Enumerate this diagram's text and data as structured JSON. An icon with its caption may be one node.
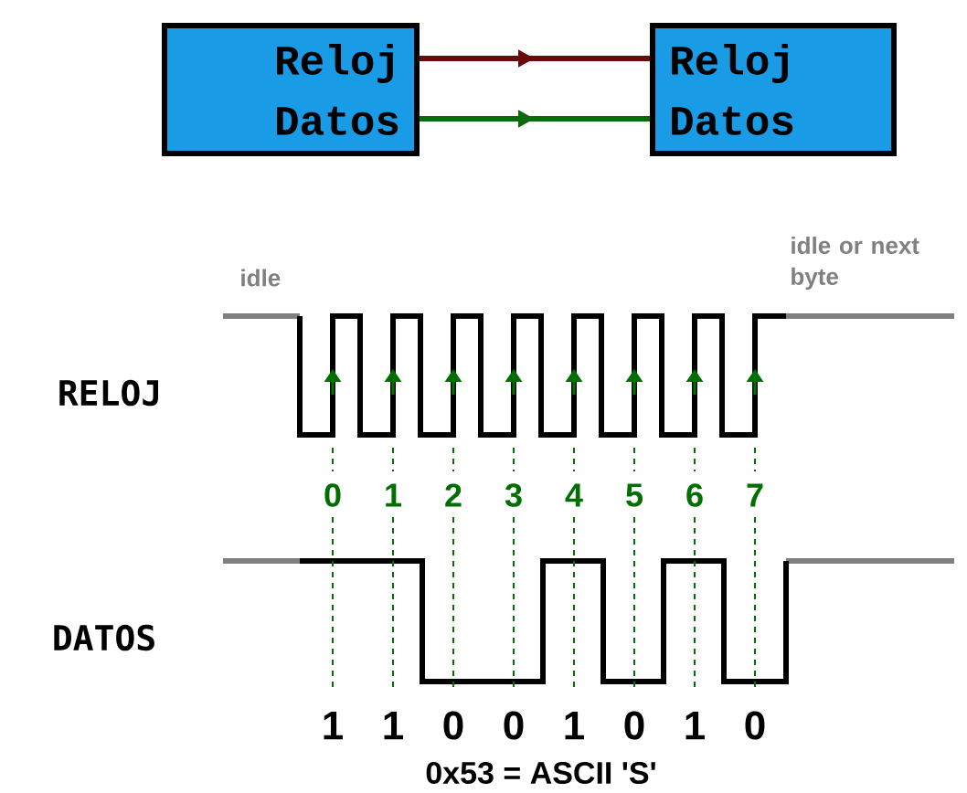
{
  "diagram": {
    "nodes": [
      {
        "text": [
          "Reloj",
          "Datos"
        ]
      },
      {
        "text": [
          "Reloj",
          "Datos"
        ]
      }
    ],
    "edges": [
      {
        "from": 0,
        "to": 1,
        "arrow": "to",
        "color": "#6b0a0a"
      },
      {
        "from": 0,
        "to": 1,
        "arrow": "to",
        "color": "#0a6b0a"
      }
    ],
    "labels": [
      "idle",
      "idle or next byte",
      "RELOJ",
      "0",
      "1",
      "2",
      "3",
      "4",
      "5",
      "6",
      "7",
      "DATOS",
      "1",
      "1",
      "0",
      "0",
      "1",
      "0",
      "1",
      "0",
      "0x53 = ASCII 'S'"
    ]
  }
}
